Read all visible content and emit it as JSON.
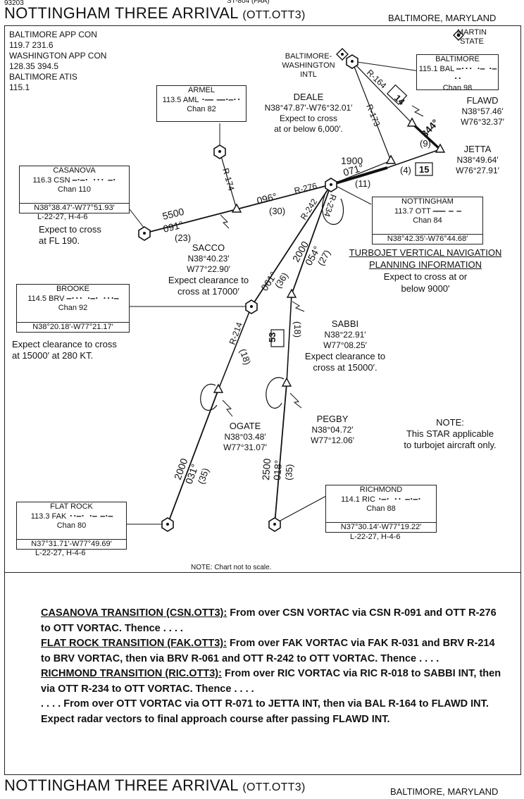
{
  "header": {
    "chart_no": "93203",
    "faa_id": "ST-804 (FAA)",
    "title": "NOTTINGHAM THREE ARRIVAL",
    "code": "(OTT.OTT3)",
    "location": "BALTIMORE, MARYLAND"
  },
  "comms": [
    "BALTIMORE APP CON",
    "119.7 231.6",
    "WASHINGTON APP CON",
    "128.35 394.5",
    "BALTIMORE ATIS",
    "115.1"
  ],
  "martin_label": [
    "MARTIN",
    "STATE"
  ],
  "airport_label": [
    "BALTIMORE-",
    "WASHINGTON",
    "INTL"
  ],
  "navaids": {
    "armel": {
      "name": "ARMEL",
      "freq": "113.5 AML",
      "morse": "·–– ––·–··",
      "chan": "Chan 82"
    },
    "casanova": {
      "name": "CASANOVA",
      "freq": "116.3 CSN",
      "morse": "–·–· ··· –·",
      "chan": "Chan 110",
      "coord": "N38°38.47′-W77°51.93′",
      "charts": "L-22-27, H-4-6"
    },
    "baltimore": {
      "name": "BALTIMORE",
      "freq": "115.1 BAL",
      "morse": "–··· ·– ·–··",
      "chan": "Chan 98"
    },
    "nottingham": {
      "name": "NOTTINGHAM",
      "freq": "113.7 OTT",
      "morse": "––– – –",
      "chan": "Chan 84",
      "coord": "N38°42.35′-W76°44.68′"
    },
    "brooke": {
      "name": "BROOKE",
      "freq": "114.5 BRV",
      "morse": "–··· ·–· ···–",
      "chan": "Chan 92",
      "coord": "N38°20.18′-W77°21.17′"
    },
    "flatrock": {
      "name": "FLAT ROCK",
      "freq": "113.3 FAK",
      "morse": "··–· ·– –·–",
      "chan": "Chan 80",
      "coord": "N37°31.71′-W77°49.69′",
      "charts": "L-22-27, H-4-6"
    },
    "richmond": {
      "name": "RICHMOND",
      "freq": "114.1 RIC",
      "morse": "·–· ·· –·–·",
      "chan": "Chan 88",
      "coord": "N37°30.14′-W77°19.22′",
      "charts": "L-22-27, H-4-6"
    }
  },
  "fixes": {
    "deale": [
      "DEALE",
      "N38°47.87′-W76°32.01′",
      "Expect to cross",
      "at or below 6,000′."
    ],
    "flawd": [
      "FLAWD",
      "N38°57.46′",
      "W76°32.37′"
    ],
    "jetta": [
      "JETTA",
      "N38°49.64′",
      "W76°27.91′"
    ],
    "sacco": [
      "SACCO",
      "N38°40.23′",
      "W77°22.90′",
      "Expect clearance to",
      "cross at 17000′"
    ],
    "sabbi": [
      "SABBI",
      "N38°22.91′",
      "W77°08.25′",
      "Expect clearance to",
      "cross at 15000′."
    ],
    "ogate": [
      "OGATE",
      "N38°03.48′",
      "W77°31.07′"
    ],
    "pegby": [
      "PEGBY",
      "N38°04.72′",
      "W77°12.06′"
    ]
  },
  "csn_note": [
    "Expect to cross",
    "at FL 190."
  ],
  "brv_note": [
    "Expect clearance to cross",
    "at 15000′ at 280 KT."
  ],
  "turbojet": {
    "title1": "TURBOJET VERTICAL NAVIGATION",
    "title2": "PLANNING INFORMATION",
    "l1": "Expect to cross at or",
    "l2": "below 9000′"
  },
  "star_note": [
    "NOTE:",
    "This STAR applicable",
    "to turbojet aircraft only."
  ],
  "scale_note": "NOTE: Chart not to scale.",
  "route_labels": {
    "r164": "R-164",
    "r173": "R-173",
    "r174": "R-174",
    "r276": "R-276",
    "r242": "R-242",
    "r234": "R-234",
    "r214": "R-214",
    "d14": "14",
    "d9": "(9)",
    "crs344": "344°",
    "alt1900": "1900",
    "crs071": "071°",
    "d4": "(4)",
    "d15": "15",
    "d11": "(11)",
    "alt5500": "5500",
    "crs091": "091°",
    "d23": "(23)",
    "crs096": "096°",
    "d30": "(30)",
    "alt2000a": "2000",
    "crs054": "054°",
    "d27": "(27)",
    "crs061": "061°",
    "d36": "(36)",
    "d18a": "(18)",
    "d18b": "(18)",
    "d53": "53",
    "alt2000b": "2000",
    "crs031": "031°",
    "d35a": "(35)",
    "alt2500": "2500",
    "crs018": "018°",
    "d35b": "(35)"
  },
  "transitions": {
    "csn_title": "CASANOVA TRANSITION (CSN.OTT3):",
    "csn_text": " From over CSN VORTAC via CSN R-091 and OTT R-276 to OTT VORTAC. Thence . . . .",
    "fak_title": "FLAT ROCK TRANSITION (FAK.OTT3):",
    "fak_text": " From over FAK VORTAC via FAK R-031 and BRV R-214 to BRV VORTAC, then via BRV R-061 and OTT R-242 to OTT VORTAC. Thence . . . .",
    "ric_title": "RICHMOND TRANSITION (RIC.OTT3):",
    "ric_text": " From over RIC VORTAC via RIC R-018 to SABBI INT, then via OTT R-234 to OTT VORTAC. Thence . . . .",
    "final_text": ". . . . From over OTT VORTAC via OTT R-071 to JETTA INT, then via BAL R-164 to FLAWD INT. Expect radar vectors to final approach course after passing FLAWD INT."
  },
  "footer": {
    "title": "NOTTINGHAM THREE ARRIVAL",
    "code": "(OTT.OTT3)",
    "location": "BALTIMORE, MARYLAND"
  }
}
